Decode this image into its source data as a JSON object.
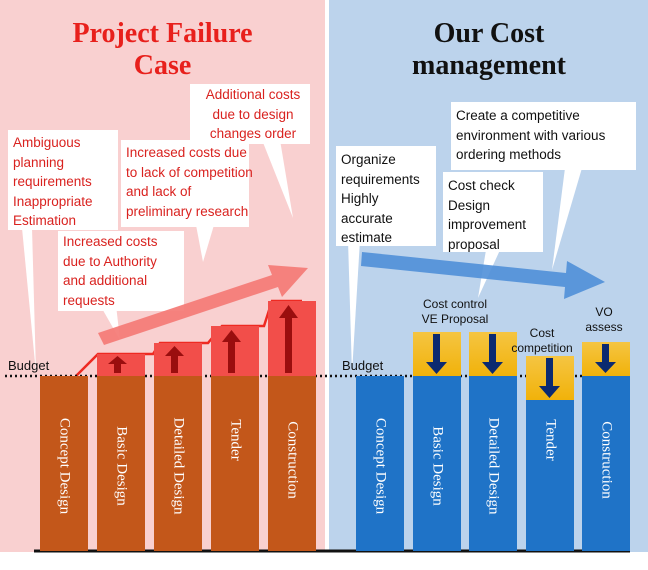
{
  "left": {
    "title": "Project Failure\nCase",
    "notes": [
      "Ambiguous\nplanning\nrequirements\nInappropriate\nEstimation",
      "Increased costs\ndue to Authority\nand additional\nrequests",
      "Increased costs due\nto lack of competition\nand lack of\npreliminary research",
      "Additional costs\ndue to design\nchanges order"
    ],
    "budget_label": "Budget",
    "phases": [
      "Concept Design",
      "Basic Design",
      "Detailed Design",
      "Tender",
      "Construction"
    ]
  },
  "right": {
    "title": "Our Cost\nmanagement",
    "notes": [
      "Organize\nrequirements\nHighly\naccurate\nestimate",
      "Cost check\nDesign\nimprovement\nproposal",
      "Create a competitive\nenvironment with various\nordering methods"
    ],
    "budget_label": "Budget",
    "phases": [
      "Concept Design",
      "Basic Design",
      "Detailed Design",
      "Tender",
      "Construction"
    ],
    "small_labels": [
      "Cost control\nVE Proposal",
      "Cost\ncompetition",
      "VO\nassess"
    ]
  },
  "colors": {
    "left_panel": "#f9d0d0",
    "right_panel": "#bcd3ec",
    "left_title": "#e8201c",
    "brown_bar": "#c3571a",
    "blue_bar": "#1f73c7",
    "red_cap": "#f24e4a",
    "gold_cap": "#f1b20a"
  }
}
